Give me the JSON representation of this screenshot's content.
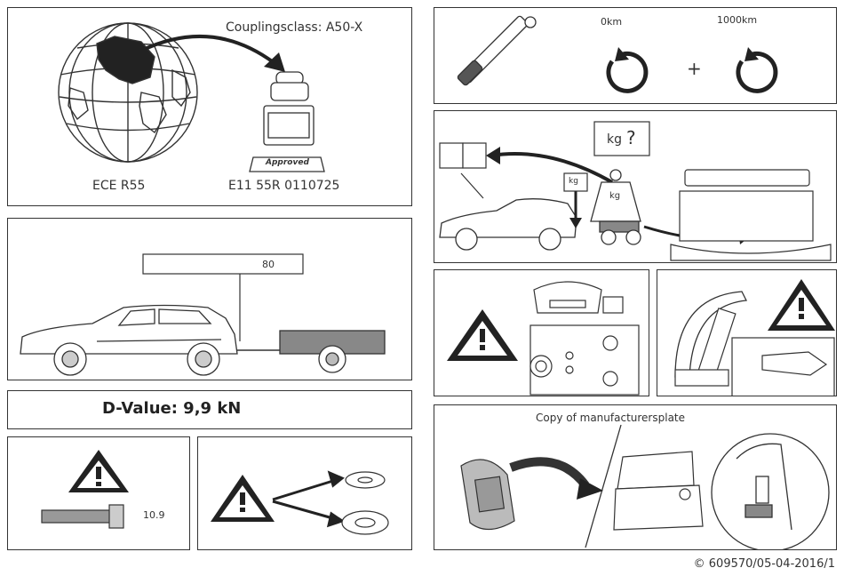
{
  "p1": {
    "couplingclass": "Couplingsclass: A50-X",
    "approved": "Approved",
    "ece": "ECE R55",
    "approval_number": "E11 55R 0110725"
  },
  "p2": {
    "dimension": "80"
  },
  "p3": {
    "dvalue": "D-Value: 9,9 kN"
  },
  "p4": {
    "bolt_grade": "10.9"
  },
  "p6": {
    "km_start": "0km",
    "km_later": "1000km",
    "plus": "+"
  },
  "p7": {
    "kg_question": "kg",
    "question_mark": "?",
    "kg_sign": "kg",
    "kg_weight": "kg"
  },
  "p10": {
    "plate_title": "Copy of manufacturersplate"
  },
  "footer": {
    "copyright": "© 609570/05-04-2016/1"
  },
  "colors": {
    "line": "#333333",
    "fill_dark": "#222222",
    "grey": "#777777"
  }
}
